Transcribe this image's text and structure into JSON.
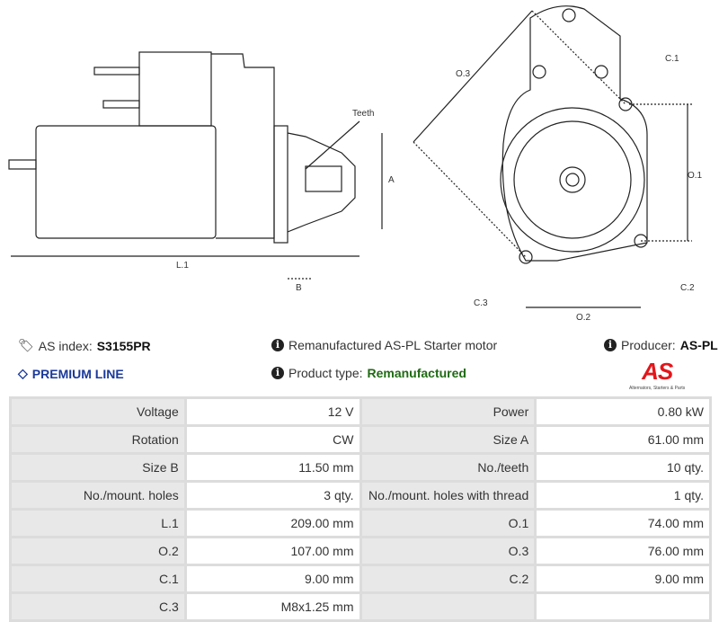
{
  "drawing": {
    "labels": {
      "teeth": "Teeth",
      "a": "A",
      "b": "B",
      "l1": "L.1",
      "o1": "O.1",
      "o2": "O.2",
      "o3": "O.3",
      "c1": "C.1",
      "c2": "C.2",
      "c3": "C.3"
    }
  },
  "info": {
    "as_index_label": "AS index:",
    "as_index_value": "S3155PR",
    "premium": "PREMIUM LINE",
    "description": "Remanufactured AS-PL Starter motor",
    "product_type_label": "Product type:",
    "product_type_value": "Remanufactured",
    "producer_label": "Producer:",
    "producer_value": "AS-PL",
    "logo_text": "AS",
    "logo_sub": "Alternators, Starters & Parts"
  },
  "colors": {
    "premium": "#1a3a9a",
    "product_type": "#1e6b12",
    "logo": "#e3161b"
  },
  "specs": [
    [
      "Voltage",
      "12 V",
      "Power",
      "0.80 kW"
    ],
    [
      "Rotation",
      "CW",
      "Size A",
      "61.00 mm"
    ],
    [
      "Size B",
      "11.50 mm",
      "No./teeth",
      "10 qty."
    ],
    [
      "No./mount. holes",
      "3 qty.",
      "No./mount. holes with thread",
      "1 qty."
    ],
    [
      "L.1",
      "209.00 mm",
      "O.1",
      "74.00 mm"
    ],
    [
      "O.2",
      "107.00 mm",
      "O.3",
      "76.00 mm"
    ],
    [
      "C.1",
      "9.00 mm",
      "C.2",
      "9.00 mm"
    ],
    [
      "C.3",
      "M8x1.25 mm",
      "",
      ""
    ]
  ]
}
